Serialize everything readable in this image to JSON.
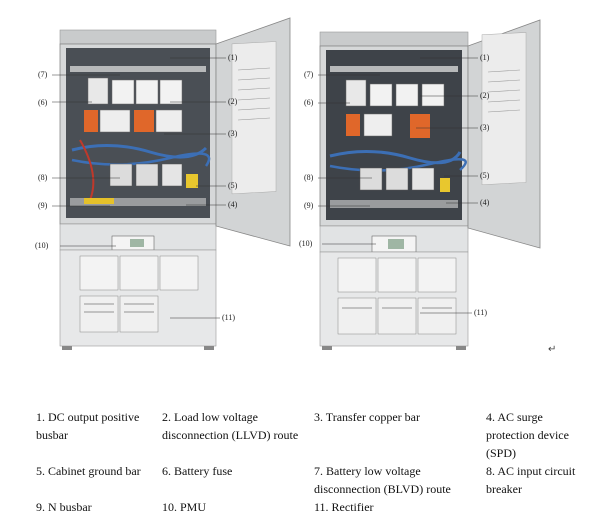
{
  "figure": {
    "left_callouts": [
      "(7)",
      "(6)",
      "(8)",
      "(9)",
      "(10)"
    ],
    "right_callouts": [
      "(1)",
      "(2)",
      "(3)",
      "(5)",
      "(4)",
      "(11)"
    ],
    "return_mark": "↵"
  },
  "legend": [
    {
      "row": 1,
      "items": [
        "1. DC output positive busbar",
        "2. Load low voltage disconnection (LLVD) route",
        "3. Transfer copper bar",
        "4. AC surge protection device (SPD)"
      ]
    },
    {
      "row": 2,
      "items": [
        "5. Cabinet ground bar",
        "6. Battery fuse",
        "7. Battery low voltage disconnection (BLVD) route",
        "8. AC input circuit breaker"
      ]
    },
    {
      "row": 3,
      "items": [
        "9. N busbar",
        "10. PMU",
        "11. Rectifier",
        ""
      ]
    }
  ],
  "colors": {
    "cabinet_body": "#d9dbdc",
    "cabinet_interior": "#4a4f55",
    "door": "#cfd1d2",
    "callout_line": "#333333",
    "accent_orange": "#e0672a",
    "cable_blue": "#3c6fb5"
  }
}
